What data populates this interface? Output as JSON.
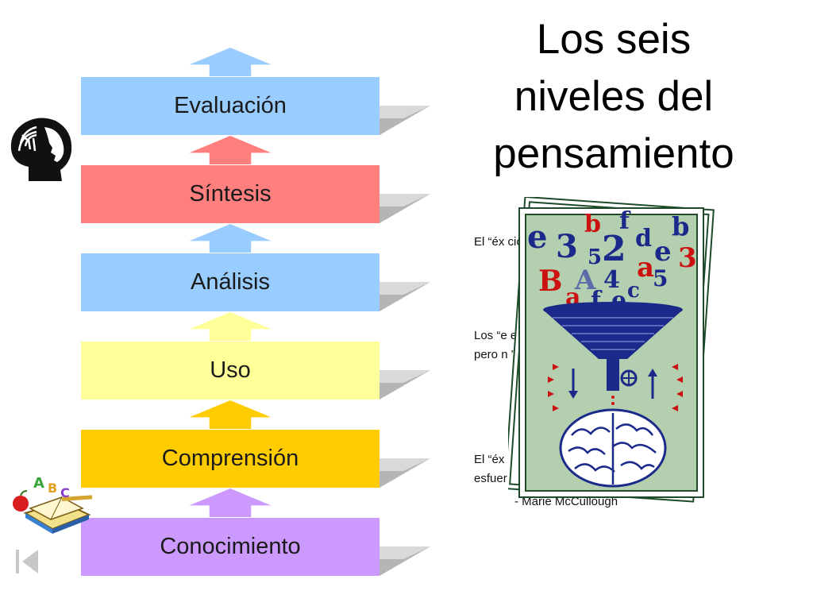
{
  "title": "Los seis niveles del pensamiento",
  "levels": [
    {
      "label": "Evaluación",
      "color": "#99ccff"
    },
    {
      "label": "Síntesis",
      "color": "#ff7f7f"
    },
    {
      "label": "Análisis",
      "color": "#99ccff"
    },
    {
      "label": "Uso",
      "color": "#ffff99"
    },
    {
      "label": "Comprensión",
      "color": "#ffcc00"
    },
    {
      "label": "Conocimiento",
      "color": "#cc99ff"
    }
  ],
  "quotes": {
    "q1": "El “éx                                              ción.”",
    "q2_line1": "Los “e                                         en en equivoca",
    "q2_line2": "pero n                                   ”",
    "q3_line1": "El “éx",
    "q3_line2": "esfuer",
    "q3_author": "- Marie McCullough"
  },
  "illustration": {
    "letters": [
      "b",
      "f",
      "b",
      "e",
      "3",
      "2",
      "d",
      "e",
      "3",
      "a",
      "5",
      "A",
      "B",
      "4",
      "c",
      "5",
      "a",
      "f",
      "e"
    ]
  },
  "icons": {
    "head": "head-thinking-icon",
    "books": "abc-books-icon",
    "home": "nav-first-icon"
  }
}
